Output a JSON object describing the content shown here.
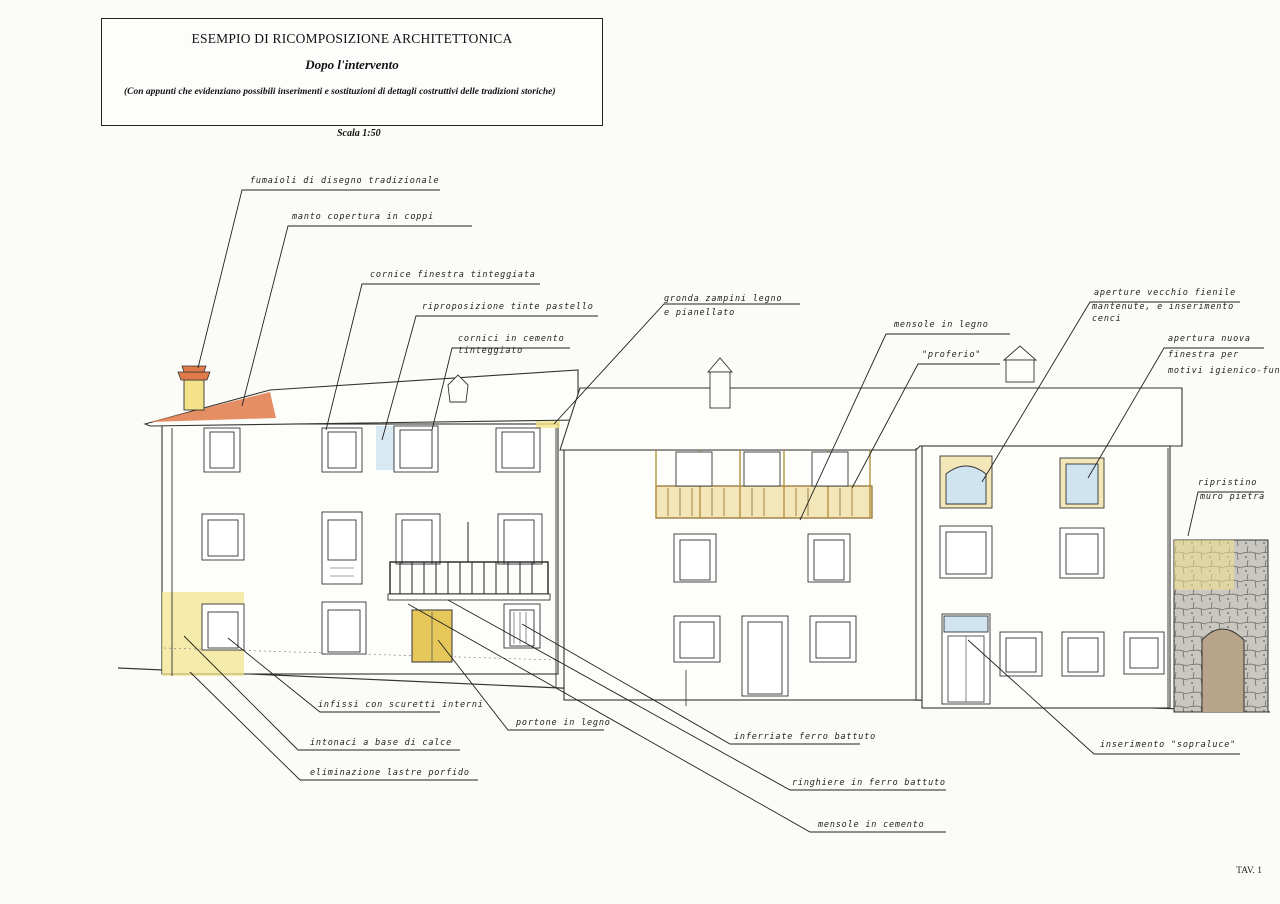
{
  "header": {
    "title": "ESEMPIO DI RICOMPOSIZIONE ARCHITETTONICA",
    "subtitle": "Dopo l'intervento",
    "note": "(Con appunti che evidenziano possibili inserimenti e sostituzioni di dettagli costruttivi delle tradizioni storiche)"
  },
  "scale": "Scala 1:50",
  "sheet": "TAV. 1",
  "labels": {
    "fumaioli": "fumaioli di disegno tradizionale",
    "manto": "manto copertura in coppi",
    "cornice": "cornice finestra tinteggiata",
    "riproposizione": "riproposizione tinte pastello",
    "cornici_cemento_1": "cornici in cemento",
    "cornici_cemento_2": "tinteggiato",
    "gronda_1": "gronda zampini legno",
    "gronda_2": "e pianellato",
    "mensole_legno": "mensole in legno",
    "proferio": "\"proferio\"",
    "aperture_1": "aperture vecchio fienile",
    "aperture_2": "mantenute, e inserimento",
    "aperture_3": "cenci",
    "apertura_nuova_1": "apertura nuova",
    "apertura_nuova_2": "finestra per",
    "apertura_nuova_3": "motivi igienico-funz",
    "ripristino_1": "ripristino",
    "ripristino_2": "muro pietra",
    "infissi": "infissi con scuretti interni",
    "intonaci": "intonaci a base di calce",
    "eliminazione": "eliminazione lastre porfido",
    "portone": "portone in legno",
    "inferriate": "inferriate ferro battuto",
    "ringhiere": "ringhiere in ferro battuto",
    "mensole_cemento": "mensole in cemento",
    "sopraluce": "inserimento \"sopraluce\""
  },
  "colors": {
    "ink": "#2a2a2a",
    "roof_tiles": "#e07a4a",
    "pastel_yellow": "#f3e28a",
    "pastel_blue": "#cfe3f0",
    "door_yellow": "#e6c85a",
    "railing_wood": "#d8b86a",
    "stone": "#8a8a86"
  }
}
